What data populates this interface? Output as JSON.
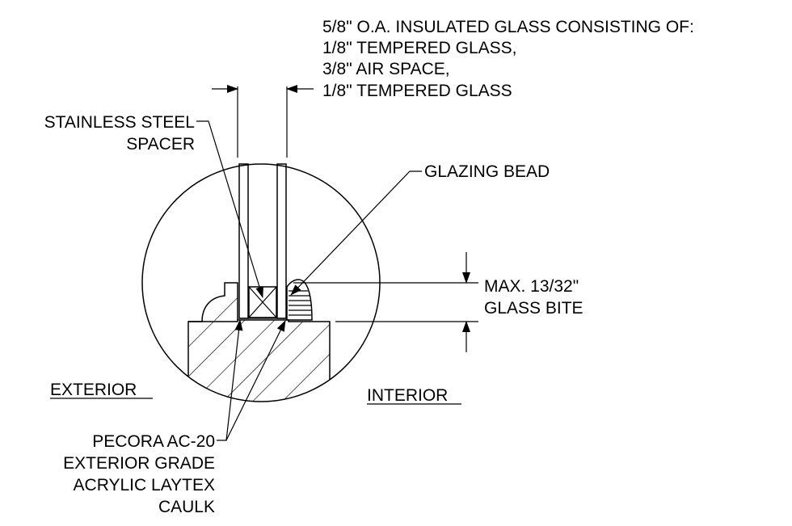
{
  "glass_note": [
    "5/8\" O.A. INSULATED GLASS CONSISTING OF:",
    "1/8\" TEMPERED GLASS,",
    "3/8\" AIR SPACE,",
    "1/8\" TEMPERED GLASS"
  ],
  "spacer_note": [
    "STAINLESS STEEL",
    "SPACER"
  ],
  "bead_note": "GLAZING BEAD",
  "bite_note": [
    "MAX. 13/32\"",
    "GLASS BITE"
  ],
  "exterior_label": "EXTERIOR",
  "interior_label": "INTERIOR",
  "caulk_note": [
    "PECORA AC-20",
    "EXTERIOR GRADE",
    "ACRYLIC LAYTEX",
    "CAULK"
  ]
}
